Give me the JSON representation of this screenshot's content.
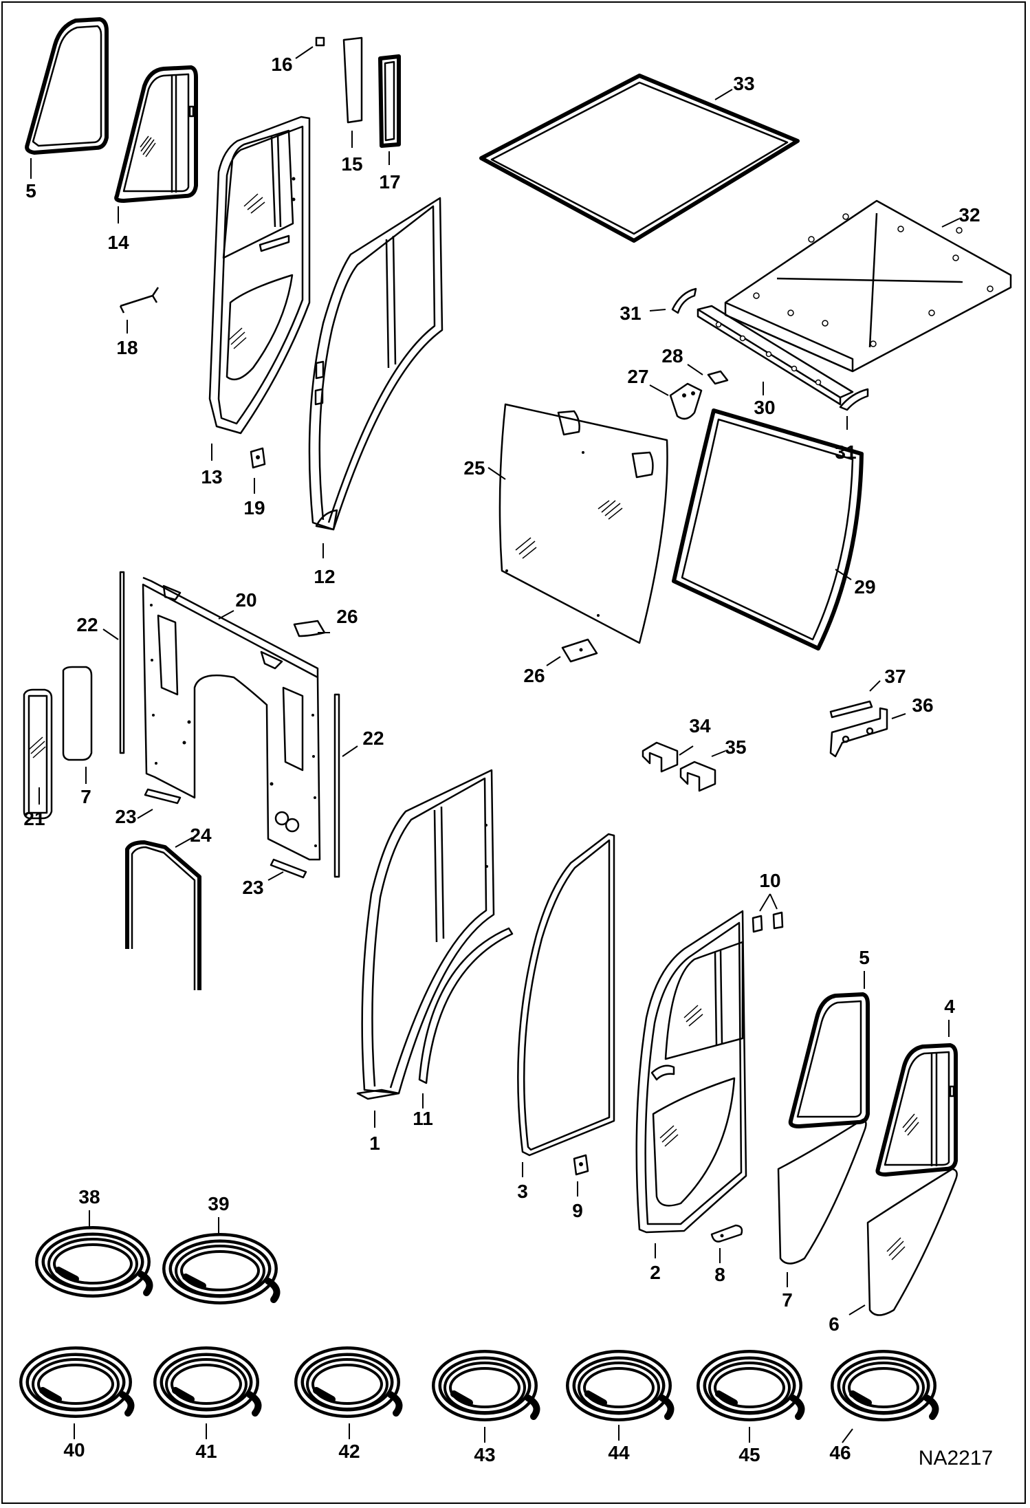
{
  "title": "",
  "drawing_ref": "NA2217",
  "callouts": [
    {
      "id": "c5a",
      "text": "5"
    },
    {
      "id": "c14",
      "text": "14"
    },
    {
      "id": "c16",
      "text": "16"
    },
    {
      "id": "c15",
      "text": "15"
    },
    {
      "id": "c17",
      "text": "17"
    },
    {
      "id": "c33",
      "text": "33"
    },
    {
      "id": "c32",
      "text": "32"
    },
    {
      "id": "c18",
      "text": "18"
    },
    {
      "id": "c13",
      "text": "13"
    },
    {
      "id": "c19",
      "text": "19"
    },
    {
      "id": "c12",
      "text": "12"
    },
    {
      "id": "c31a",
      "text": "31"
    },
    {
      "id": "c28",
      "text": "28"
    },
    {
      "id": "c27",
      "text": "27"
    },
    {
      "id": "c30",
      "text": "30"
    },
    {
      "id": "c31b",
      "text": "31"
    },
    {
      "id": "c25",
      "text": "25"
    },
    {
      "id": "c29",
      "text": "29"
    },
    {
      "id": "c26a",
      "text": "26"
    },
    {
      "id": "c26b",
      "text": "26"
    },
    {
      "id": "c20",
      "text": "20"
    },
    {
      "id": "c22a",
      "text": "22"
    },
    {
      "id": "c22b",
      "text": "22"
    },
    {
      "id": "c21",
      "text": "21"
    },
    {
      "id": "c7a",
      "text": "7"
    },
    {
      "id": "c23a",
      "text": "23"
    },
    {
      "id": "c23b",
      "text": "23"
    },
    {
      "id": "c24",
      "text": "24"
    },
    {
      "id": "c37",
      "text": "37"
    },
    {
      "id": "c36",
      "text": "36"
    },
    {
      "id": "c34",
      "text": "34"
    },
    {
      "id": "c35",
      "text": "35"
    },
    {
      "id": "c10",
      "text": "10"
    },
    {
      "id": "c5b",
      "text": "5"
    },
    {
      "id": "c4",
      "text": "4"
    },
    {
      "id": "c1",
      "text": "1"
    },
    {
      "id": "c11",
      "text": "11"
    },
    {
      "id": "c3",
      "text": "3"
    },
    {
      "id": "c9",
      "text": "9"
    },
    {
      "id": "c2",
      "text": "2"
    },
    {
      "id": "c8",
      "text": "8"
    },
    {
      "id": "c7b",
      "text": "7"
    },
    {
      "id": "c6",
      "text": "6"
    },
    {
      "id": "c38",
      "text": "38"
    },
    {
      "id": "c39",
      "text": "39"
    },
    {
      "id": "c40",
      "text": "40"
    },
    {
      "id": "c41",
      "text": "41"
    },
    {
      "id": "c42",
      "text": "42"
    },
    {
      "id": "c43",
      "text": "43"
    },
    {
      "id": "c44",
      "text": "44"
    },
    {
      "id": "c45",
      "text": "45"
    },
    {
      "id": "c46",
      "text": "46"
    }
  ]
}
